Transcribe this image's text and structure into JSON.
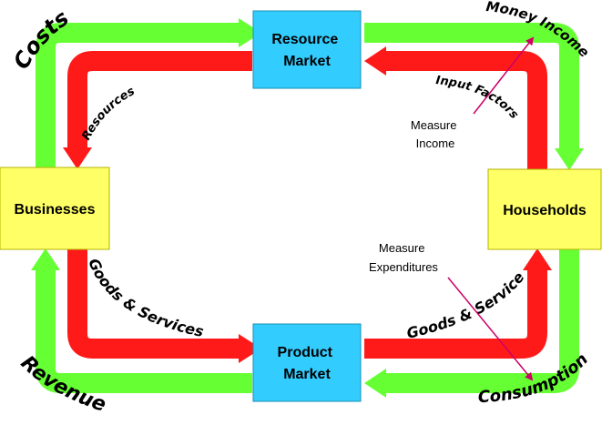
{
  "nodes": {
    "resource_market": [
      "Resource",
      "Market"
    ],
    "product_market": [
      "Product",
      "Market"
    ],
    "businesses": "Businesses",
    "households": "Households"
  },
  "flow_labels": {
    "costs": "Costs",
    "money_income": "Money Income",
    "resources": "Resources",
    "input_factors": "Input Factors",
    "goods_services_left": "Goods & Services",
    "goods_services_right": "Goods & Services",
    "revenue": "Revenue",
    "consumption": "Consumption"
  },
  "annotations": {
    "measure_income": [
      "Measure",
      "Income"
    ],
    "measure_expenditures": [
      "Measure",
      "Expenditures"
    ]
  },
  "colors": {
    "money_flow": "#66ff33",
    "real_flow": "#ff1a1a",
    "market_box": "#33ccff",
    "sector_box": "#ffff66",
    "pointer": "#cc0066"
  }
}
